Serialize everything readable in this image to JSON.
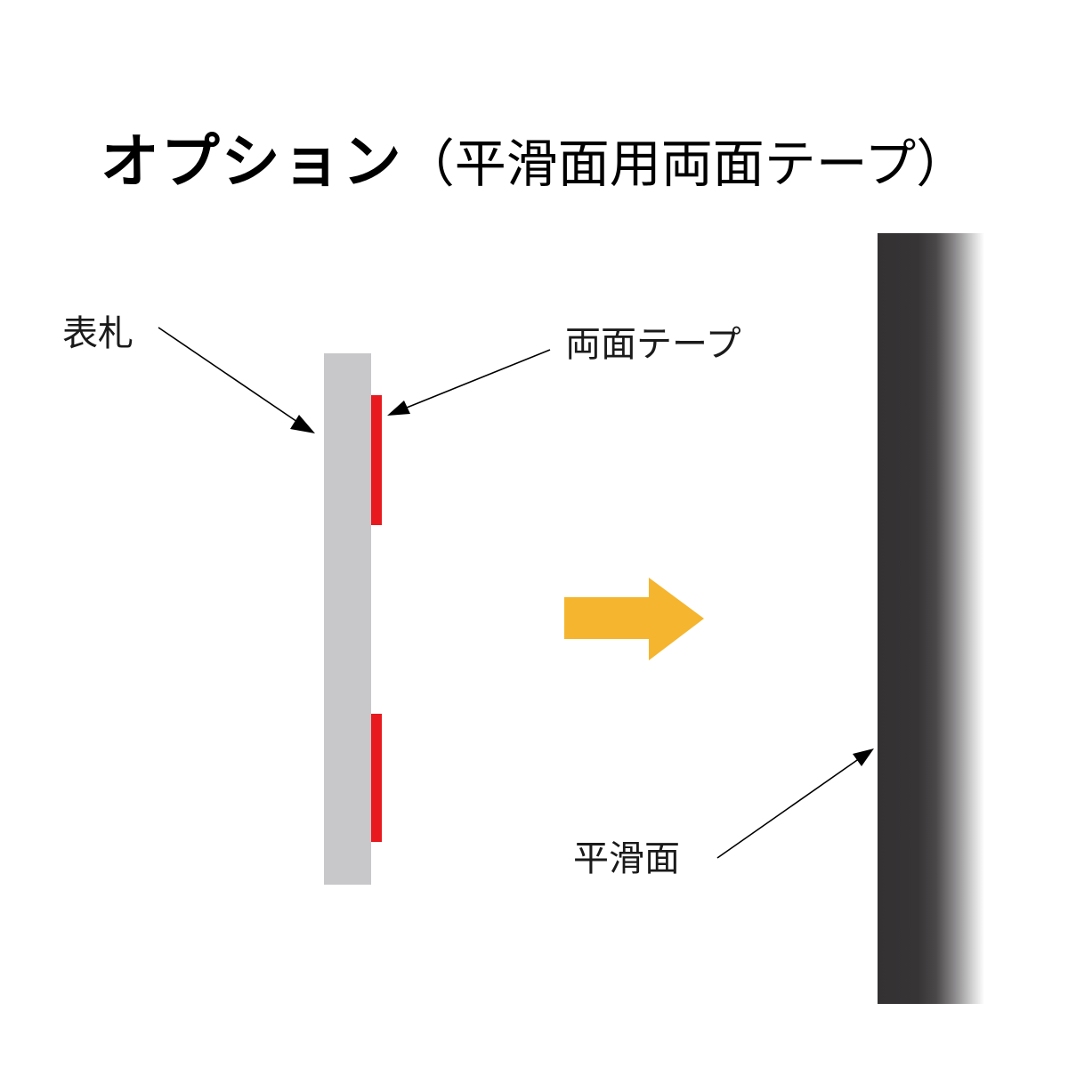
{
  "title": {
    "main": "オプション",
    "sub": "（平滑面用両面テープ）"
  },
  "labels": {
    "sign": "表札",
    "tape": "両面テープ",
    "surface": "平滑面"
  },
  "colors": {
    "plate": "#c8c8ca",
    "tape": "#e8191f",
    "arrow": "#f5b52e",
    "wall_dark": "#333132"
  },
  "icons": {
    "direction": "right-arrow-icon"
  }
}
